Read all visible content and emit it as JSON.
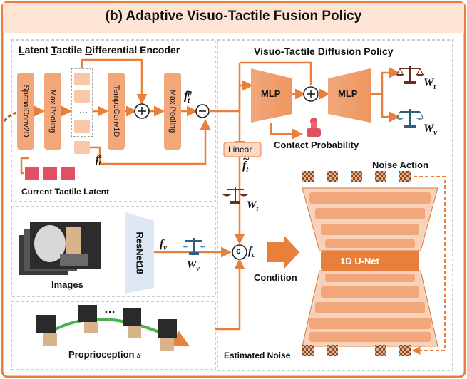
{
  "title": "(b) Adaptive Visuo-Tactile Fusion Policy",
  "encoder": {
    "title_parts": [
      "L",
      "atent ",
      "T",
      "actile ",
      "D",
      "ifferential Encoder"
    ],
    "blocks": [
      "SpatialConv2D",
      "Max Pooling",
      "TempoConv1D",
      "Max Pooling"
    ],
    "ellipsis": "…",
    "ftp": "f",
    "ftp_sup": "p",
    "ftp_sub": "t",
    "ftc": "f",
    "ftc_sup": "c",
    "ftc_sub": "t",
    "current_latent": "Current Tactile Latent"
  },
  "diffusion_policy": {
    "title": "Visuo-Tactile Diffusion Policy",
    "mlp_left": "MLP",
    "mlp_right": "MLP",
    "wt": "W",
    "wt_sub": "t",
    "wv": "W",
    "wv_sub": "v",
    "contact_probability": "Contact Probability"
  },
  "linear": {
    "label": "Linear",
    "ft_tilde": "f",
    "ft_tilde_sub": "t",
    "wt": "W",
    "wt_sub": "t"
  },
  "vision": {
    "images_label": "Images",
    "resnet": "ResNet18",
    "fv": "f",
    "fv_sub": "v",
    "wv": "W",
    "wv_sub": "v"
  },
  "concat": {
    "symbol": "c",
    "fc": "f",
    "fc_sub": "c",
    "condition": "Condition"
  },
  "unet": {
    "label": "1D U-Net",
    "noise_action": "Noise Action",
    "estimated_noise": "Estimated Noise"
  },
  "proprio": {
    "label": "Proprioception",
    "symbol": "s",
    "dots": "…"
  },
  "colors": {
    "orange": "#e8803c",
    "block_fill": "#f2a77a",
    "block_light": "#f7c9a8",
    "red": "#e05060",
    "blue": "#dde8f4",
    "dashed": "#999999"
  }
}
